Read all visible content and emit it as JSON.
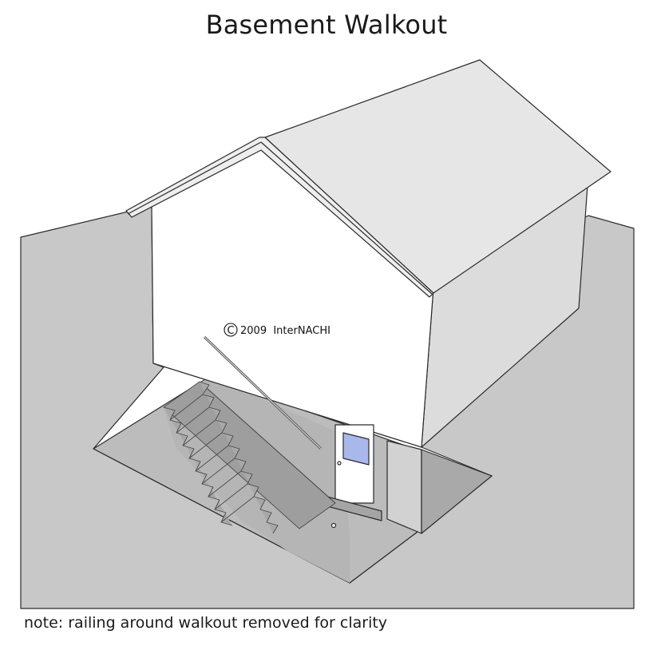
{
  "title": "Basement Walkout",
  "copyright": {
    "symbol": "C",
    "text": "2009  InterNACHI"
  },
  "note": "note: railing around walkout removed for clarity",
  "colors": {
    "ground": "#c8c8c8",
    "roof": "#e6e6e6",
    "wall_front": "#ffffff",
    "wall_side": "#dcdcdc",
    "stairwell_floor": "#bdbdbd",
    "door_window": "#a9b8ec",
    "outline": "#2a2a2a"
  },
  "icons": [
    "copyright-symbol-icon"
  ]
}
